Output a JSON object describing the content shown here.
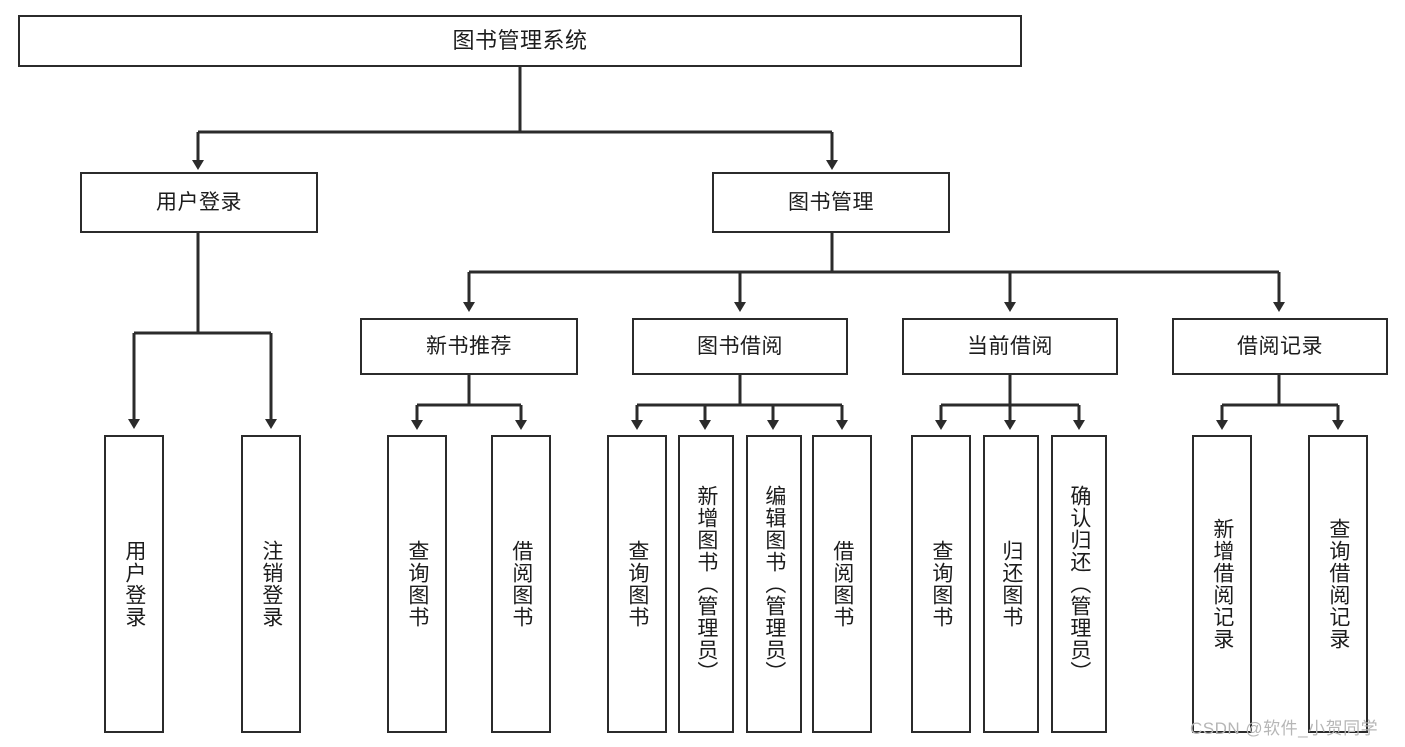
{
  "diagram": {
    "title": "图书管理系统",
    "type": "tree-hierarchy-diagram",
    "stroke_color": "#2b2b2b",
    "background_color": "#ffffff",
    "text_color": "#1c1c1c"
  },
  "root": {
    "label": "图书管理系统"
  },
  "level2": [
    {
      "label": "用户登录"
    },
    {
      "label": "图书管理"
    }
  ],
  "level3": [
    {
      "label": "新书推荐"
    },
    {
      "label": "图书借阅"
    },
    {
      "label": "当前借阅"
    },
    {
      "label": "借阅记录"
    }
  ],
  "leaves": {
    "user_login": [
      {
        "label": "用户登录"
      },
      {
        "label": "注销登录"
      }
    ],
    "new_book_recommend": [
      {
        "label": "查询图书"
      },
      {
        "label": "借阅图书"
      }
    ],
    "book_borrow": [
      {
        "label": "查询图书"
      },
      {
        "label": "新增图书（管理员）"
      },
      {
        "label": "编辑图书（管理员）"
      },
      {
        "label": "借阅图书"
      }
    ],
    "current_borrow": [
      {
        "label": "查询图书"
      },
      {
        "label": "归还图书"
      },
      {
        "label": "确认归还（管理员）"
      }
    ],
    "borrow_record": [
      {
        "label": "新增借阅记录"
      },
      {
        "label": "查询借阅记录"
      }
    ]
  },
  "watermark": {
    "text": "CSDN @软件_小贺同学"
  }
}
